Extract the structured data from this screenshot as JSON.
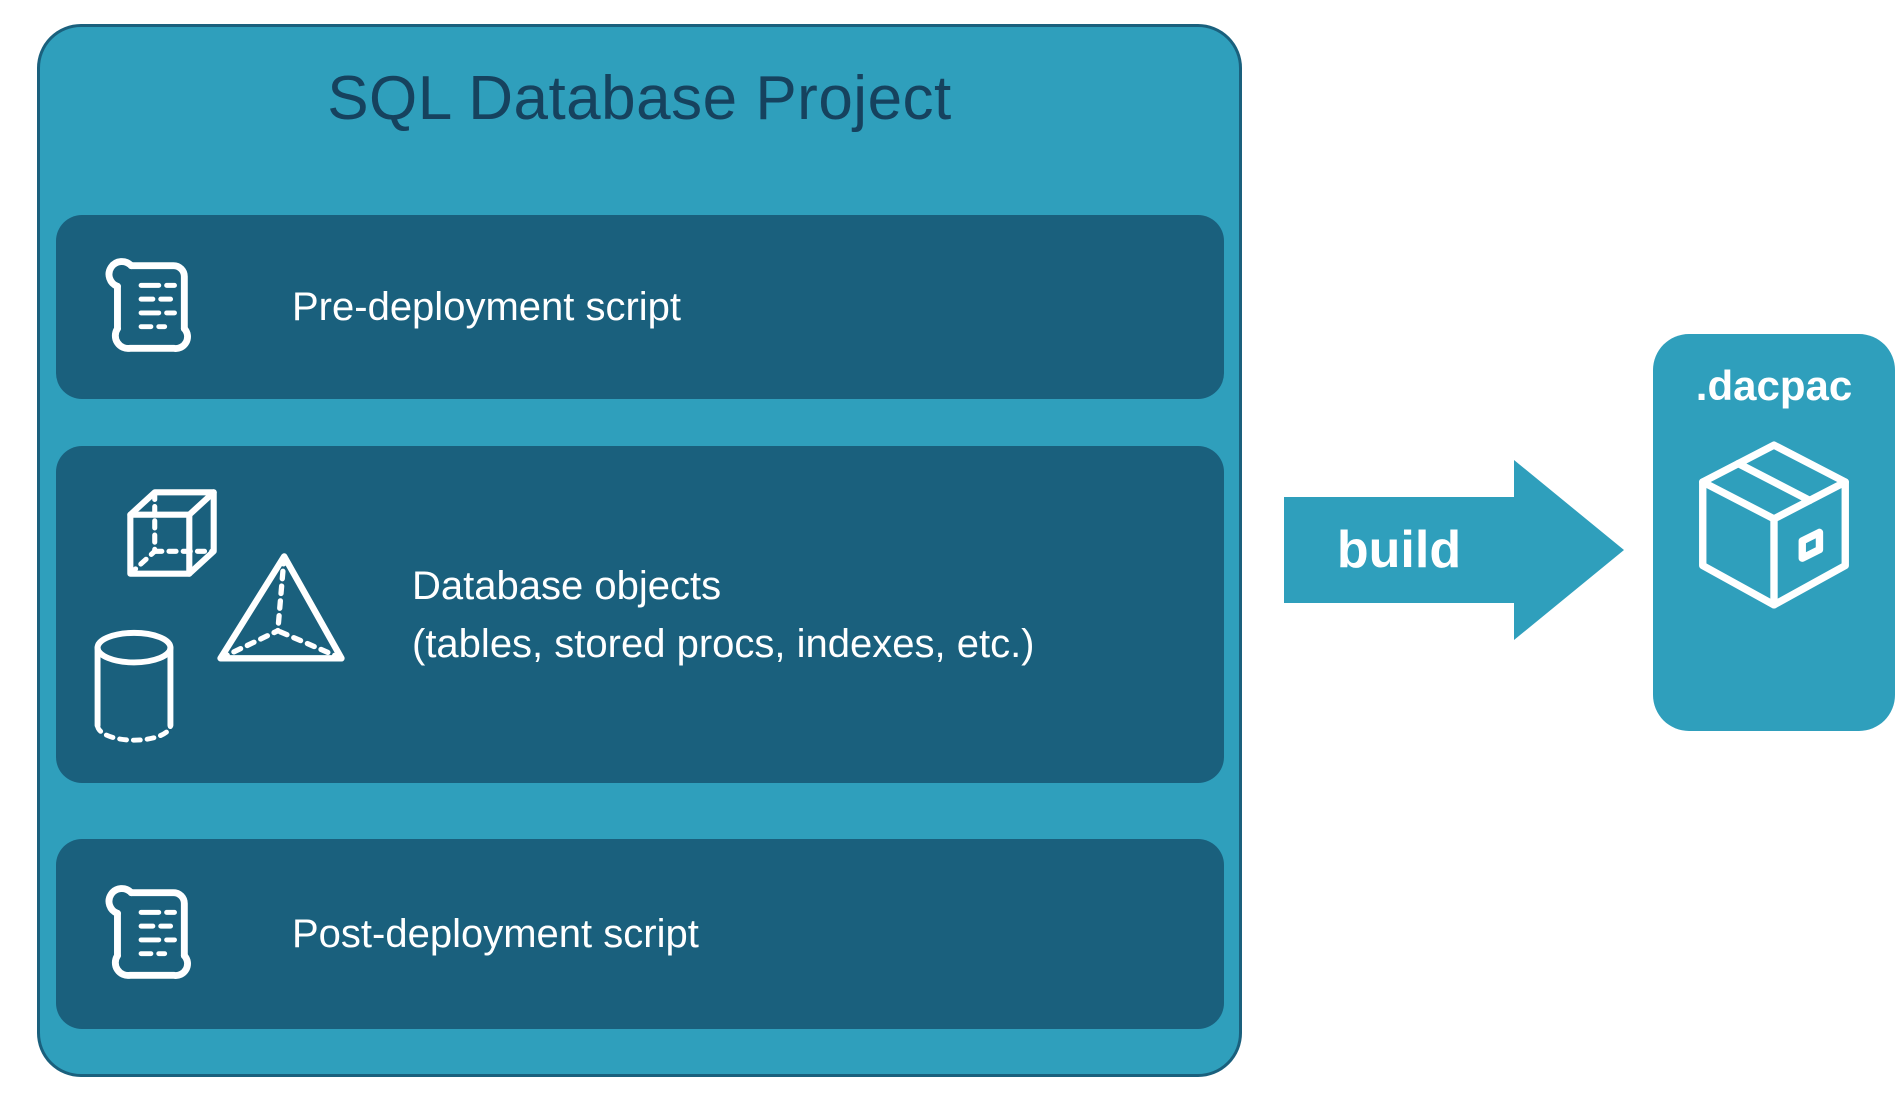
{
  "colors": {
    "background": "#FFFFFF",
    "container": "#2F9FBC",
    "container_border": "#1A607D",
    "row": "#1A607D",
    "row_text": "#FFFFFF",
    "title_text": "#16425E",
    "arrow": "#2F9FBC",
    "arrow_text": "#FFFFFF",
    "output_box": "#2F9FBC",
    "output_text": "#FFFFFF",
    "icon_stroke": "#FFFFFF"
  },
  "project": {
    "title": "SQL Database Project",
    "rows": [
      {
        "id": "pre-deployment",
        "icon": "scroll-icon",
        "label": "Pre-deployment script"
      },
      {
        "id": "database-objects",
        "icon": "shapes-icons",
        "label": "Database objects",
        "sublabel": "(tables, stored procs, indexes, etc.)"
      },
      {
        "id": "post-deployment",
        "icon": "scroll-icon",
        "label": "Post-deployment script"
      }
    ]
  },
  "flow": {
    "arrow_label": "build",
    "output": {
      "label": ".dacpac",
      "icon": "package-icon"
    }
  }
}
